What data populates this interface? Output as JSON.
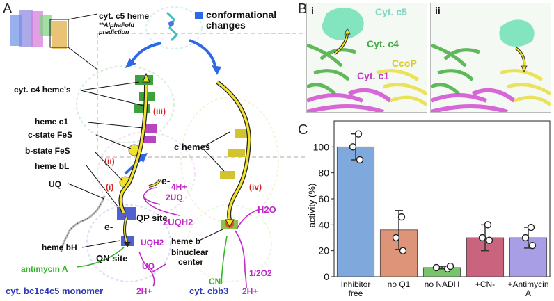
{
  "panelA": {
    "letter": "A",
    "c5_title": "cyt. c5 heme",
    "c5_note1": "**AlphaFold",
    "c5_note2": "prediction",
    "legend": "conformational changes",
    "labels": {
      "c4_hemes": "cyt. c4 heme's",
      "heme_c1": "heme c1",
      "c_fes": "c-state FeS",
      "b_fes": "b-state FeS",
      "heme_bl": "heme bL",
      "uq": "UQ",
      "qp": "QP site",
      "heme_bh": "heme bH",
      "qn": "QN site",
      "c_hemes": "c hemes",
      "heme_b": "heme b",
      "binuclear1": "binuclear",
      "binuclear2": "center",
      "e1": "e-",
      "e2": "e-"
    },
    "roman": {
      "i": "(i)",
      "ii": "(ii)",
      "iii": "(iii)",
      "iv": "(iv)"
    },
    "magenta": {
      "h4": "4H+",
      "uq2": "2UQ",
      "uqh2_2": "2UQH2",
      "uqh2": "UQH2",
      "uq": "UQ",
      "h2": "2H+",
      "h2o": "H2O",
      "o2": "1/2O2",
      "h2b": "2H+"
    },
    "green": {
      "antimycin": "antimycin A",
      "cn": "CN-"
    },
    "footer": {
      "left": "cyt. bc1c4c5 monomer",
      "right": "cyt. cbb3"
    }
  },
  "panelB": {
    "letter": "B",
    "sub_i": "i",
    "sub_ii": "ii",
    "labels": {
      "c5": "Cyt. c5",
      "c4": "Cyt. c4",
      "ccop": "CcoP",
      "c1": "Cyt. c1"
    }
  },
  "panelC": {
    "letter": "C",
    "ylabel": "activity (%)"
  },
  "colors": {
    "bar1": "#7fa8dc",
    "bar2": "#de9478",
    "bar3": "#78c46a",
    "bar4": "#c9637e",
    "bar5": "#a89ee6",
    "magenta": "#c026c8",
    "green": "#34b52a",
    "blue": "#2c39b5",
    "arrow_blue": "#2f67e6",
    "yellow": "#f2e12a"
  },
  "chart_data": {
    "type": "bar",
    "categories": [
      "Inhibitor free",
      "no Q1",
      "no NADH",
      "+CN-",
      "+Antimycin A"
    ],
    "values": [
      100,
      36,
      7,
      30,
      30
    ],
    "errors": [
      10,
      15,
      1,
      10,
      8
    ],
    "points": [
      [
        110,
        100,
        90
      ],
      [
        46,
        30,
        20
      ],
      [
        6,
        7,
        8
      ],
      [
        40,
        30,
        28
      ],
      [
        38,
        30,
        24
      ]
    ],
    "ylabel": "activity (%)",
    "ylim": [
      0,
      120
    ],
    "yticks": [
      0,
      20,
      40,
      60,
      80,
      100
    ],
    "grid": false
  }
}
